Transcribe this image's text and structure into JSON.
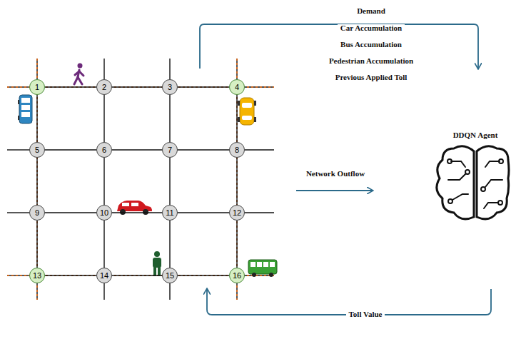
{
  "diagram": {
    "nodes": [
      {
        "text": [
          "1"
        ]
      },
      {
        "text": [
          "2"
        ]
      },
      {
        "text": [
          "3"
        ]
      },
      {
        "text": [
          "4"
        ]
      },
      {
        "text": [
          "5"
        ]
      },
      {
        "text": [
          "6"
        ]
      },
      {
        "text": [
          "7"
        ]
      },
      {
        "text": [
          "8"
        ]
      },
      {
        "text": [
          "9"
        ]
      },
      {
        "text": [
          "10"
        ]
      },
      {
        "text": [
          "11"
        ]
      },
      {
        "text": [
          "12"
        ]
      },
      {
        "text": [
          "13"
        ]
      },
      {
        "text": [
          "14"
        ]
      },
      {
        "text": [
          "15"
        ]
      },
      {
        "text": [
          "16"
        ]
      }
    ],
    "edges": [
      {
        "from": 0,
        "to": 1,
        "arrow": "none"
      },
      {
        "from": 1,
        "to": 2,
        "arrow": "none"
      },
      {
        "from": 2,
        "to": 3,
        "arrow": "none"
      },
      {
        "from": 4,
        "to": 5,
        "arrow": "none"
      },
      {
        "from": 5,
        "to": 6,
        "arrow": "none"
      },
      {
        "from": 6,
        "to": 7,
        "arrow": "none"
      },
      {
        "from": 8,
        "to": 9,
        "arrow": "none"
      },
      {
        "from": 9,
        "to": 10,
        "arrow": "none"
      },
      {
        "from": 10,
        "to": 11,
        "arrow": "none"
      },
      {
        "from": 12,
        "to": 13,
        "arrow": "none"
      },
      {
        "from": 13,
        "to": 14,
        "arrow": "none"
      },
      {
        "from": 14,
        "to": 15,
        "arrow": "none"
      },
      {
        "from": 0,
        "to": 4,
        "arrow": "none"
      },
      {
        "from": 4,
        "to": 8,
        "arrow": "none"
      },
      {
        "from": 8,
        "to": 12,
        "arrow": "none"
      },
      {
        "from": 1,
        "to": 5,
        "arrow": "none"
      },
      {
        "from": 5,
        "to": 9,
        "arrow": "none"
      },
      {
        "from": 9,
        "to": 13,
        "arrow": "none"
      },
      {
        "from": 2,
        "to": 6,
        "arrow": "none"
      },
      {
        "from": 6,
        "to": 10,
        "arrow": "none"
      },
      {
        "from": 10,
        "to": 14,
        "arrow": "none"
      },
      {
        "from": 3,
        "to": 7,
        "arrow": "none"
      },
      {
        "from": 7,
        "to": 11,
        "arrow": "none"
      },
      {
        "from": 11,
        "to": 15,
        "arrow": "none"
      }
    ],
    "labels": [
      "Demand",
      "Car Accumulation",
      "Bus Accumulation",
      "Pedestrian Accumulation",
      "Previous Applied Toll",
      "Network Outflow",
      "DDQN Agent",
      "Toll Value"
    ]
  }
}
